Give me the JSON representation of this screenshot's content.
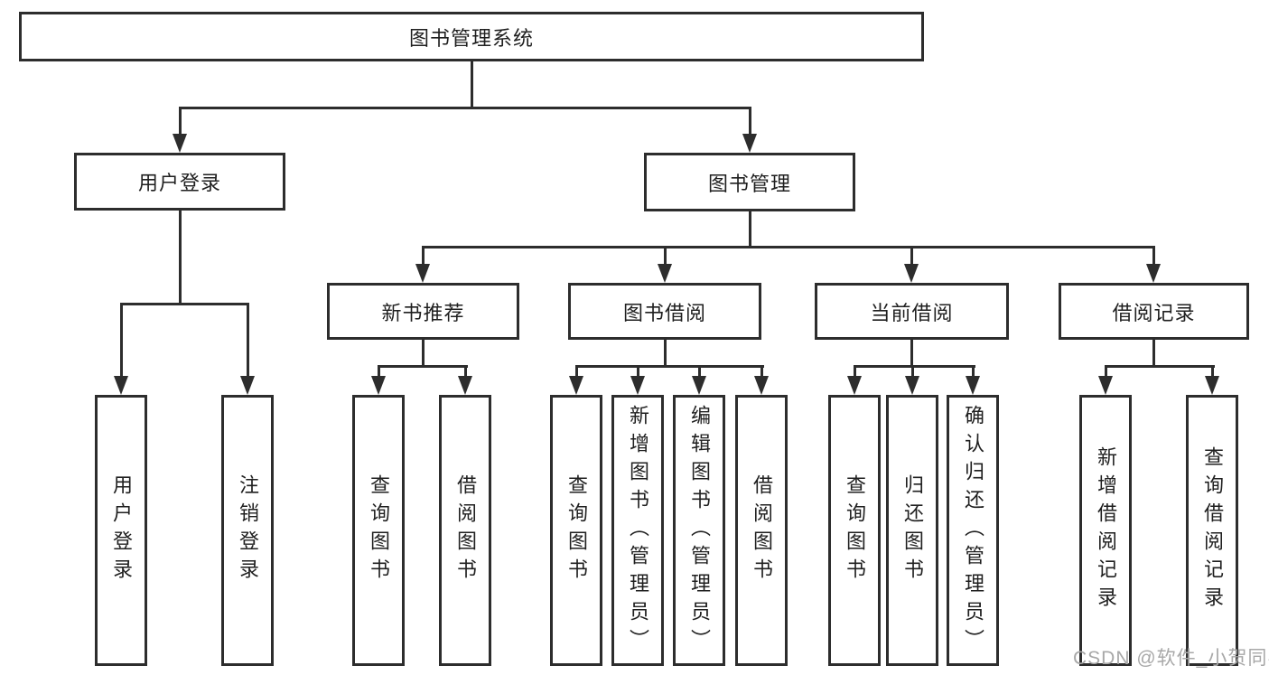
{
  "tree": {
    "label": "图书管理系统",
    "children": [
      {
        "label": "用户登录",
        "children": [
          {
            "label": "用户登录"
          },
          {
            "label": "注销登录"
          }
        ]
      },
      {
        "label": "图书管理",
        "children": [
          {
            "label": "新书推荐",
            "children": [
              {
                "label": "查询图书"
              },
              {
                "label": "借阅图书"
              }
            ]
          },
          {
            "label": "图书借阅",
            "children": [
              {
                "label": "查询图书"
              },
              {
                "label": "新增图书（管理员）"
              },
              {
                "label": "编辑图书（管理员）"
              },
              {
                "label": "借阅图书"
              }
            ]
          },
          {
            "label": "当前借阅",
            "children": [
              {
                "label": "查询图书"
              },
              {
                "label": "归还图书"
              },
              {
                "label": "确认归还（管理员）"
              }
            ]
          },
          {
            "label": "借阅记录",
            "children": [
              {
                "label": "新增借阅记录"
              },
              {
                "label": "查询借阅记录"
              }
            ]
          }
        ]
      }
    ]
  },
  "watermark": {
    "text": "CSDN @软件_小贺同学"
  },
  "colors": {
    "line": "#2d2d2d",
    "text": "#1f1f1f",
    "watermark": "#a8a8a8",
    "background": "#ffffff"
  }
}
